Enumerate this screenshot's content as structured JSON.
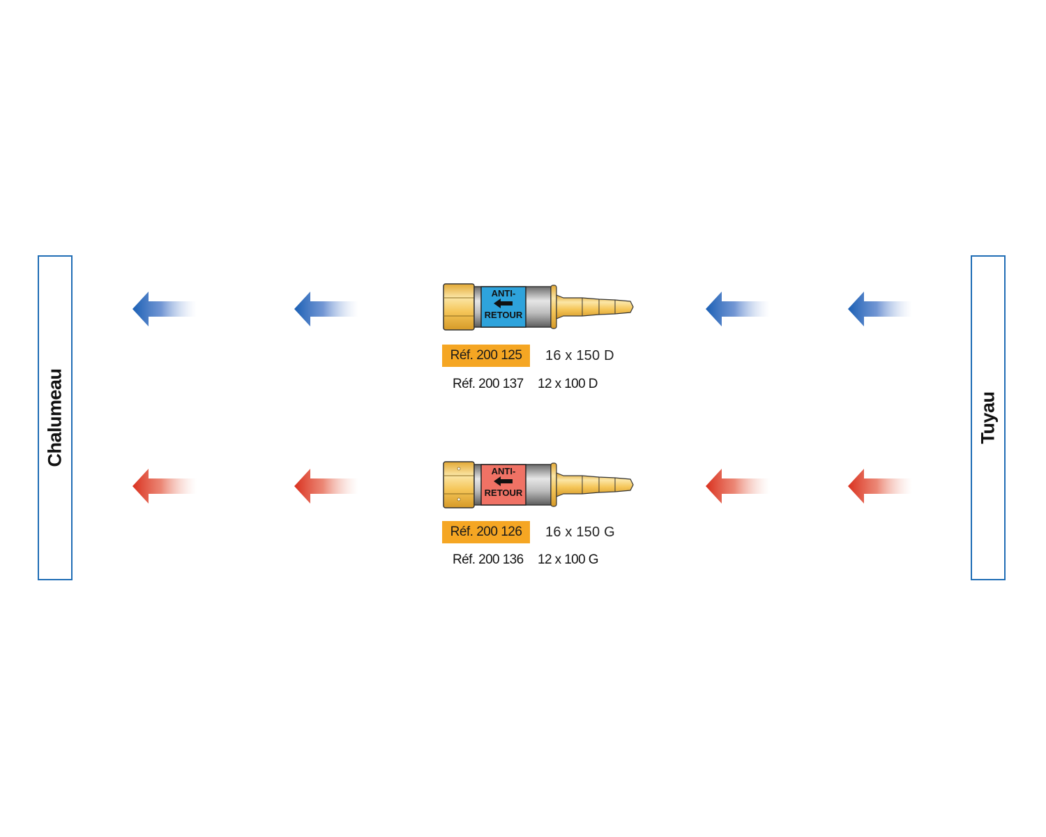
{
  "ends": {
    "left_label": "Chalumeau",
    "right_label": "Tuyau"
  },
  "colors": {
    "box_border": "#1f6db5",
    "blue_arrow": "#1a5fb4",
    "red_arrow": "#d9301e",
    "blue_label": "#2ea3dc",
    "red_label": "#f07265",
    "brass": "#f2c34e",
    "ref_highlight": "#f5a623"
  },
  "valves": [
    {
      "id": "blue",
      "label_line1": "ANTI-",
      "label_line2": "RETOUR",
      "arrow_icon": "arrow-left-icon",
      "primary_ref": "Réf. 200 125",
      "primary_dim": "16 x 150 D",
      "secondary_ref": "Réf. 200 137",
      "secondary_dim": "12 x 100 D"
    },
    {
      "id": "red",
      "label_line1": "ANTI-",
      "label_line2": "RETOUR",
      "arrow_icon": "arrow-left-icon",
      "primary_ref": "Réf. 200 126",
      "primary_dim": "16 x 150 G",
      "secondary_ref": "Réf. 200 136",
      "secondary_dim": "12 x 100 G"
    }
  ]
}
